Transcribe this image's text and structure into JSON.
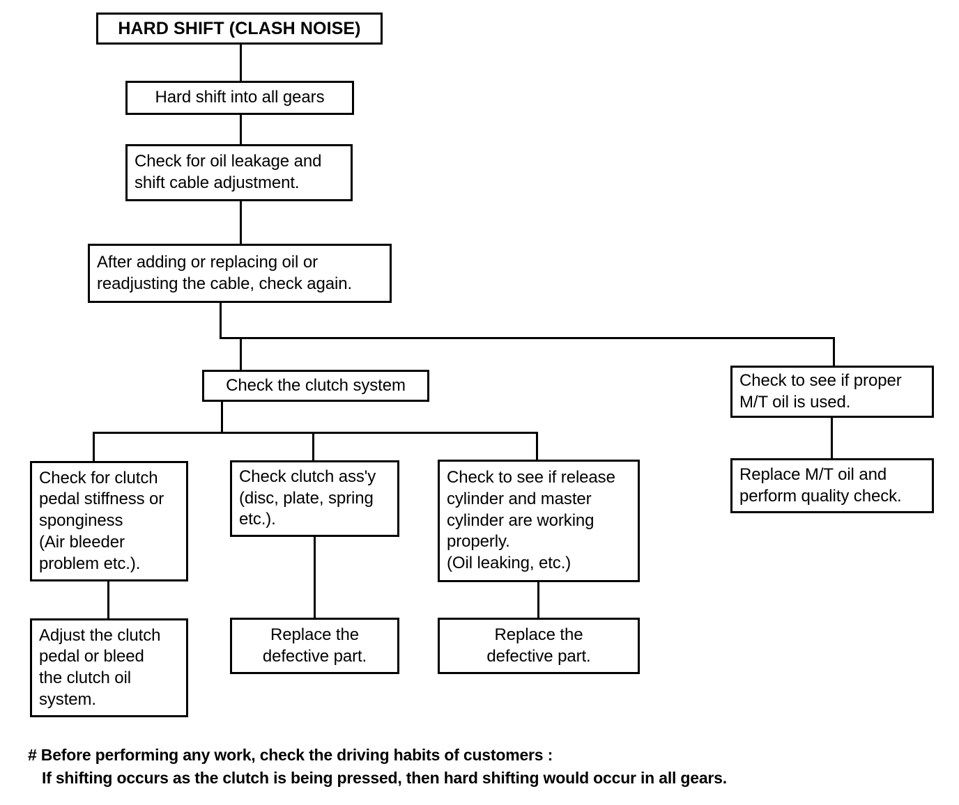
{
  "document": {
    "title": "HARD SHIFT (CLASH NOISE)",
    "type": "troubleshooting-flowchart"
  },
  "nodes": {
    "root": "HARD SHIFT (CLASH NOISE)",
    "symptom": "Hard shift into all gears",
    "check_oil_cable": "Check for oil leakage and\nshift cable adjustment.",
    "recheck": "After adding or replacing oil or\nreadjusting the cable, check again.",
    "check_clutch_system": "Check the clutch system",
    "check_mt_oil": "Check to see if proper\nM/T oil is used.",
    "replace_mt_oil": "Replace M/T oil and\nperform quality check.",
    "check_pedal": "Check for clutch\npedal stiffness or\nsponginess\n(Air bleeder\nproblem etc.).",
    "adjust_pedal": "Adjust the clutch\npedal or bleed\nthe clutch oil\nsystem.",
    "check_clutch_assy": "Check clutch ass'y\n(disc, plate, spring\netc.).",
    "replace_part_mid": "Replace the\ndefective part.",
    "check_cylinders": "Check to see if release\ncylinder and master\ncylinder are working\nproperly.\n(Oil leaking, etc.)",
    "replace_part_right": "Replace the\ndefective part."
  },
  "footnote": {
    "line1": "# Before performing any work, check the driving habits of customers :",
    "line2": "If shifting occurs as the clutch is being pressed, then hard shifting would occur in all gears."
  },
  "colors": {
    "ink": "#000000",
    "paper": "#ffffff"
  }
}
